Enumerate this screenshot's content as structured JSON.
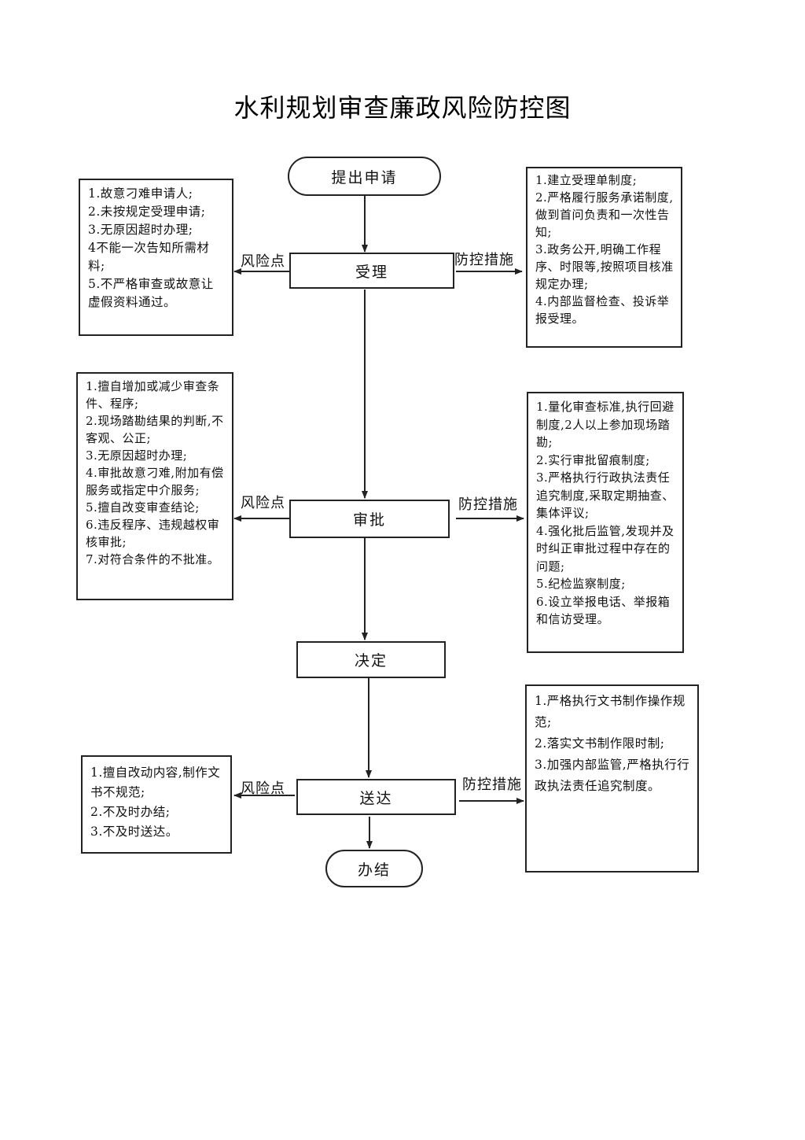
{
  "title": "水利规划审查廉政风险防控图",
  "nodes": {
    "start": "提出申请",
    "accept": "受理",
    "approve": "审批",
    "decide": "决定",
    "deliver": "送达",
    "finish": "办结"
  },
  "labels": {
    "risk": "风险点",
    "control": "防控措施"
  },
  "accept_risks": [
    "1.故意刁难申请人;",
    "2.未按规定受理申请;",
    "3.无原因超时办理;",
    "4不能一次告知所需材料;",
    "5.不严格审查或故意让虚假资料通过。"
  ],
  "accept_controls": [
    "1.建立受理单制度;",
    "2.严格履行服务承诺制度,做到首问负责和一次性告知;",
    "3.政务公开,明确工作程序、时限等,按照项目核准规定办理;",
    "4.内部监督检查、投诉举报受理。"
  ],
  "approve_risks": [
    "1.擅自增加或减少审查条件、程序;",
    "2.现场踏勘结果的判断,不客观、公正;",
    "3.无原因超时办理;",
    "4.审批故意刁难,附加有偿服务或指定中介服务;",
    "5.擅自改变审查结论;",
    "6.违反程序、违规越权审核审批;",
    "7.对符合条件的不批准。"
  ],
  "approve_controls": [
    "1.量化审查标准,执行回避制度,2人以上参加现场踏勘;",
    "2.实行审批留痕制度;",
    "3.严格执行行政执法责任追究制度,采取定期抽查、集体评议;",
    "4.强化批后监管,发现并及时纠正审批过程中存在的问题;",
    "5.纪检监察制度;",
    "6.设立举报电话、举报箱和信访受理。"
  ],
  "deliver_risks": [
    "1.擅自改动内容,制作文书不规范;",
    "2.不及时办结;",
    "3.不及时送达。"
  ],
  "deliver_controls": [
    "1.严格执行文书制作操作规范;",
    "2.落实文书制作限时制;",
    "3.加强内部监管,严格执行行政执法责任追究制度。"
  ]
}
